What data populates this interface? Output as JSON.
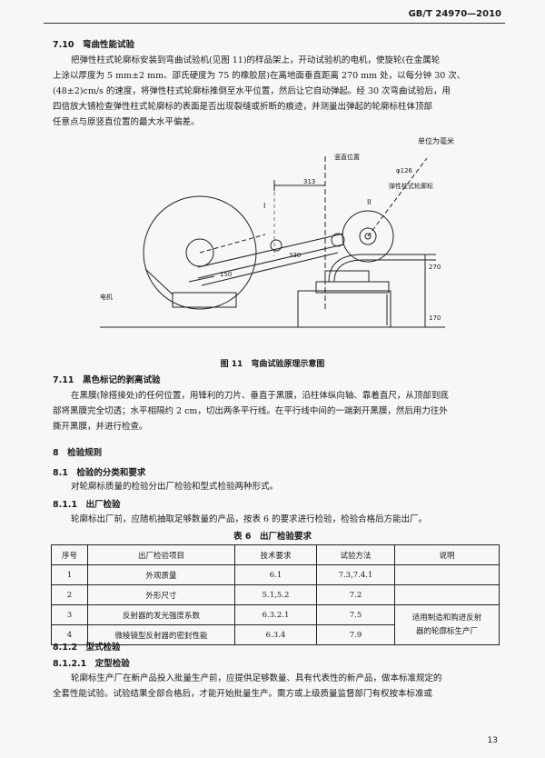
{
  "header": {
    "std_no": "GB/T 24970—2010"
  },
  "s710": {
    "title": "7.10　弯曲性能试验",
    "lines": [
      "把弹性柱式轮廓标安装到弯曲试验机(见图 11)的样品架上，开动试验机的电机，使旋轮(在金属轮",
      "上涂以厚度为 5 mm±2 mm、邵氏硬度为 75 的橡胶层)在离地面垂直距离 270 mm 处，以每分钟 30 次、",
      "(48±2)cm/s 的速度，将弹性柱式轮廓标推倒至水平位置，然后让它自动弹起。经 30 次弯曲试验后，用",
      "四倍放大镜检查弹性柱式轮廓标的表面是否出现裂缝或折断的痕迹，并测量出弹起的轮廓标柱体顶部",
      "任意点与原竖直位置的最大水平偏差。"
    ]
  },
  "figure": {
    "unit": "单位为毫米",
    "label_vertical": "竖直位置",
    "label_phi": "φ126",
    "label_post": "弹性柱式轮廓标",
    "label_motor": "电机",
    "label_I": "I",
    "label_II": "II",
    "dim_313": "313",
    "dim_330": "330",
    "dim_150": "150",
    "dim_270": "270",
    "dim_170": "170",
    "caption": "图 11　弯曲试验原理示意图"
  },
  "s711": {
    "title": "7.11　黑色标记的剥离试验",
    "lines": [
      "在黑膜(除搭接处)的任何位置，用锋利的刀片、垂直于黑膜，沿柱体纵向轴、靠着直尺，从顶部到底",
      "部将黑膜完全切透；水平相隔约 2 cm，切出两条平行线。在平行线中间的一端剥开黑膜，然后用力往外",
      "撕开黑膜，并进行检查。"
    ]
  },
  "s8": {
    "title": "8　检验规则"
  },
  "s81": {
    "title": "8.1　检验的分类和要求",
    "line": "对轮廓标质量的检验分出厂检验和型式检验两种形式。"
  },
  "s811": {
    "title": "8.1.1　出厂检验",
    "line": "轮廓标出厂前，应随机抽取足够数量的产品，按表 6 的要求进行检验，检验合格后方能出厂。"
  },
  "table6": {
    "caption": "表 6　出厂检验要求",
    "headers": [
      "序号",
      "出厂检验项目",
      "技术要求",
      "试验方法",
      "说明"
    ],
    "rows": [
      [
        "1",
        "外观质量",
        "6.1",
        "7.3,7.4.1"
      ],
      [
        "2",
        "外形尺寸",
        "5.1,5.2",
        "7.2"
      ],
      [
        "3",
        "反射器的发光强度系数",
        "6.3.2.1",
        "7.5"
      ],
      [
        "4",
        "微棱镜型反射器的密封性能",
        "6.3.4",
        "7.9"
      ]
    ],
    "note_line1": "适用制造和购进反射",
    "note_line2": "器的轮廓标生产厂"
  },
  "s812": {
    "title": "8.1.2　型式检验"
  },
  "s8121": {
    "title": "8.1.2.1　定型检验",
    "lines": [
      "轮廓标生产厂在新产品投入批量生产前，应提供足够数量、具有代表性的新产品，做本标准规定的",
      "全套性能试验。试验结果全部合格后，才能开始批量生产。需方或上级质量监督部门有权按本标准或"
    ]
  },
  "footer": {
    "page": "13"
  }
}
